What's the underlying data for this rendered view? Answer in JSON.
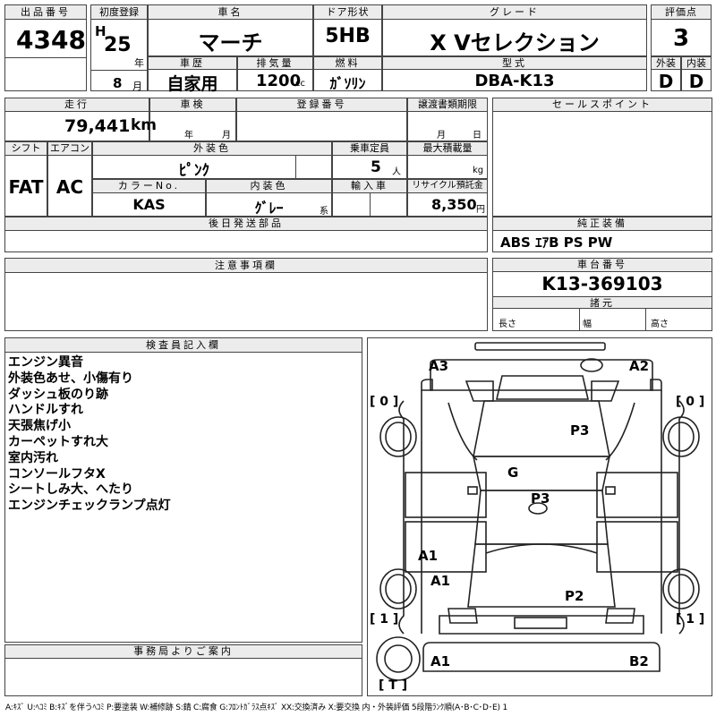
{
  "top": {
    "lot_label": "出品番号",
    "lot_value": "4348",
    "first_reg_label": "初度登録",
    "era": "H",
    "year": "25",
    "year_unit": "年",
    "month": "8",
    "month_unit": "月",
    "car_name_label": "車名",
    "car_name": "マーチ",
    "door_label": "ドア形状",
    "door": "5HB",
    "grade_label": "グレード",
    "grade": "X Vセレクション",
    "score_label": "評価点",
    "score": "3",
    "history_label": "車歴",
    "history": "自家用",
    "displacement_label": "排気量",
    "displacement": "1200",
    "displacement_unit": "cc",
    "fuel_label": "燃料",
    "fuel": "ｶﾞｿﾘﾝ",
    "model_label": "型式",
    "model": "DBA-K13",
    "ext_label": "外装",
    "ext": "D",
    "int_label": "内装",
    "int": "D"
  },
  "mid": {
    "mileage_label": "走行",
    "mileage": "79,441",
    "mileage_unit": "km",
    "inspection_label": "車検",
    "year_unit": "年",
    "month_unit": "月",
    "day_unit": "日",
    "reg_label": "登録番号",
    "transfer_label": "譲渡書類期限",
    "shift_label": "シフト",
    "shift": "FAT",
    "ac_label": "エアコン",
    "ac": "AC",
    "exterior_color_label": "外装色",
    "exterior_color": "ﾋﾟﾝｸ",
    "capacity_label": "乗車定員",
    "capacity": "5",
    "capacity_unit": "人",
    "max_load_label": "最大積載量",
    "max_load_unit": "kg",
    "color_no_label": "カラーNo.",
    "color_no": "KAS",
    "interior_color_label": "内装色",
    "interior_color": "ｸﾞﾚｰ",
    "interior_unit": "系",
    "import_label": "輸入車",
    "recycle_label": "リサイクル預託金",
    "recycle": "8,350",
    "recycle_unit": "円",
    "later_parts_label": "後日発送部品",
    "sales_label": "セールスポイント",
    "equipment_label": "純正装備",
    "equipment": "ABS ｴｱB PS PW",
    "notes_label": "注意事項欄",
    "chassis_label": "車台番号",
    "chassis": "K13-369103",
    "spec_label": "諸元",
    "length_label": "長さ",
    "width_label": "幅",
    "height_label": "高さ"
  },
  "inspector": {
    "label": "検査員記入欄",
    "lines": [
      "エンジン異音",
      "外装色あせ、小傷有り",
      "ダッシュ板のり跡",
      "ハンドルすれ",
      "天張焦げ小",
      "カーペットすれ大",
      "室内汚れ",
      "コンソールフタX",
      "シートしみ大、へたり",
      "エンジンチェックランプ点灯"
    ]
  },
  "office": {
    "label": "事務局よりご案内"
  },
  "diagram": {
    "marks": {
      "rear_left": "A3",
      "rear_right": "A2",
      "roof": "P3",
      "glass": "G",
      "hood": "P3",
      "front_left_door": "A1",
      "front_left_fender": "A1",
      "bonnet": "P2",
      "front_bumper_left": "A1",
      "front_bumper_right": "B2"
    },
    "tire_rl": "[ 0 ]",
    "tire_rr": "[ 0 ]",
    "tire_fl": "[ 1 ]",
    "tire_fr": "[ 1 ]",
    "spare": "[ T ]"
  },
  "legend": "A:ｷｽﾞ U:ﾍｺﾐ B:ｷｽﾞを伴うﾍｺﾐ P:要塗装 W:補修跡 S:錆 C:腐食 G:ﾌﾛﾝﾄｶﾞﾗｽ点ｷｽﾞ XX:交換済み X:要交換 内・外装評価 5段階ﾗﾝｸ順(A･B･C･D･E) 1"
}
